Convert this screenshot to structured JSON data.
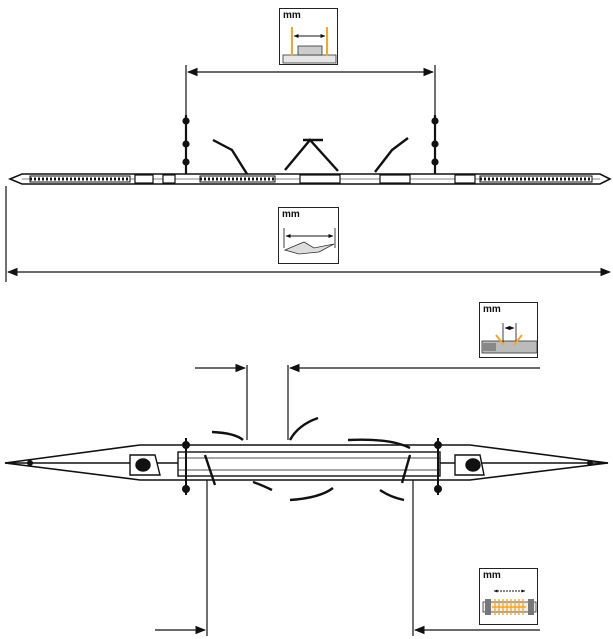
{
  "legend_icons": [
    {
      "id": "holder-distance",
      "unit": "mm",
      "accent": "#f5a623",
      "icon": "pantograph-holder-distance-icon"
    },
    {
      "id": "overall-length",
      "unit": "mm",
      "accent": "#f5a623",
      "icon": "wiper-overall-length-icon"
    },
    {
      "id": "connector-gap",
      "unit": "mm",
      "accent": "#f5a623",
      "icon": "connector-gap-icon"
    },
    {
      "id": "insert-length",
      "unit": "mm",
      "accent": "#f5a623",
      "icon": "spring-insert-length-icon"
    }
  ],
  "colors": {
    "line": "#111111",
    "accent": "#f5a623",
    "box": "#e6e6e6"
  }
}
